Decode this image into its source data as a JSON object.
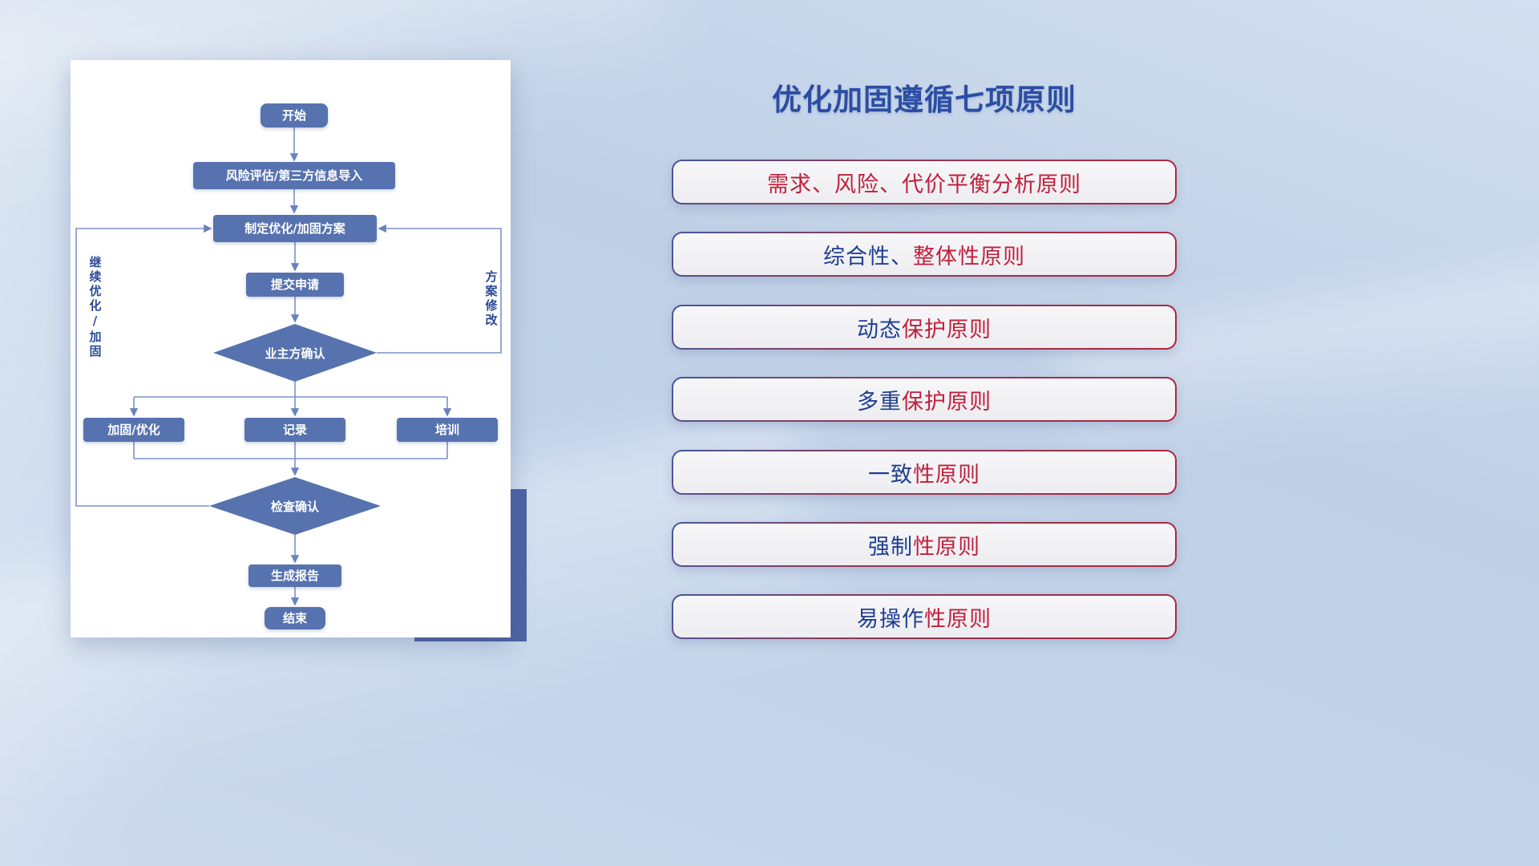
{
  "slide": {
    "title": "优化加固遵循七项原则"
  },
  "flowchart": {
    "nodes": {
      "start": "开始",
      "risk_import": "风险评估/第三方信息导入",
      "make_plan": "制定优化/加固方案",
      "submit": "提交申请",
      "owner_confirm": "业主方确认",
      "reinforce": "加固/优化",
      "record": "记录",
      "training": "培训",
      "check_confirm": "检查确认",
      "report": "生成报告",
      "end": "结束"
    },
    "edge_labels": {
      "continue_optimize": "继续优化/加固",
      "plan_modify": "方案修改"
    },
    "edges": [
      {
        "from": "start",
        "to": "risk_import"
      },
      {
        "from": "risk_import",
        "to": "make_plan"
      },
      {
        "from": "make_plan",
        "to": "submit"
      },
      {
        "from": "submit",
        "to": "owner_confirm"
      },
      {
        "from": "owner_confirm",
        "to": "make_plan",
        "label": "方案修改"
      },
      {
        "from": "owner_confirm",
        "to": "reinforce"
      },
      {
        "from": "owner_confirm",
        "to": "record"
      },
      {
        "from": "owner_confirm",
        "to": "training"
      },
      {
        "from": "reinforce",
        "to": "check_confirm"
      },
      {
        "from": "record",
        "to": "check_confirm"
      },
      {
        "from": "training",
        "to": "check_confirm"
      },
      {
        "from": "check_confirm",
        "to": "make_plan",
        "label": "继续优化/加固"
      },
      {
        "from": "check_confirm",
        "to": "report"
      },
      {
        "from": "report",
        "to": "end"
      }
    ]
  },
  "principles": [
    {
      "lead": "",
      "tail": "需求、风险、代价平衡分析原则"
    },
    {
      "lead": "综合性、",
      "tail": "整体性原则"
    },
    {
      "lead": "动态",
      "tail": "保护原则"
    },
    {
      "lead": "多重",
      "tail": "保护原则"
    },
    {
      "lead": "一致",
      "tail": "性原则"
    },
    {
      "lead": "强制",
      "tail": "性原则"
    },
    {
      "lead": "易操作",
      "tail": "性原则"
    }
  ],
  "colors": {
    "title_blue": "#2b4da3",
    "node_fill": "#5672af",
    "connector_blue": "#7b93c7",
    "principle_red": "#c0203c",
    "principle_navy": "#1e3e92",
    "accent_rect": "#4d63a3"
  }
}
